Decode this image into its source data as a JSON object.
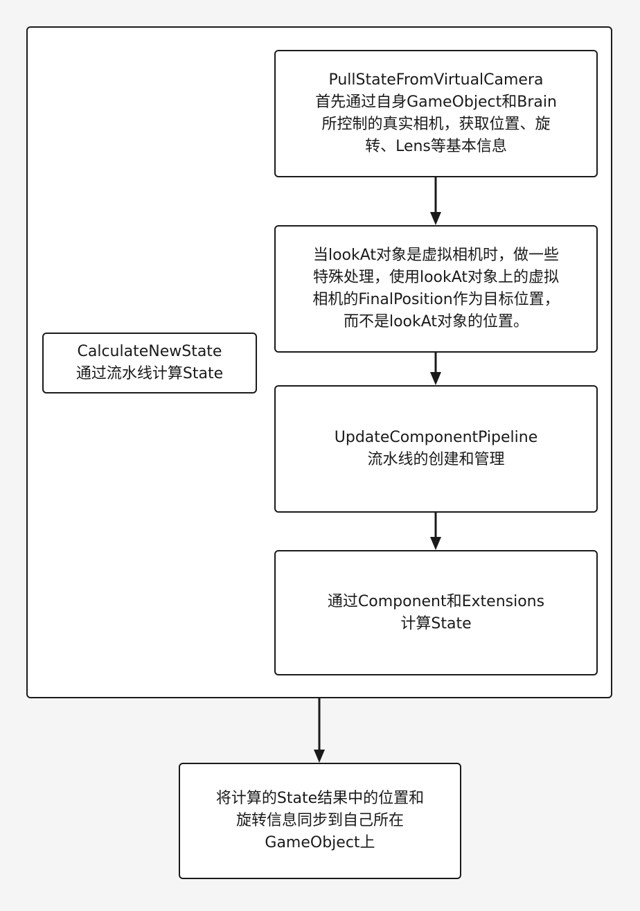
{
  "diagram": {
    "outer_group": {
      "label_lines": [
        "CalculateNewState",
        "通过流水线计算State"
      ]
    },
    "steps": [
      {
        "id": "pull-state",
        "lines": [
          "PullStateFromVirtualCamera",
          "首先通过自身GameObject和Brain",
          "所控制的真实相机，获取位置、旋",
          "转、Lens等基本信息"
        ]
      },
      {
        "id": "lookat-handling",
        "lines": [
          "当lookAt对象是虚拟相机时，做一些",
          "特殊处理，使用lookAt对象上的虚拟",
          "相机的FinalPosition作为目标位置，",
          "而不是lookAt对象的位置。"
        ]
      },
      {
        "id": "update-pipeline",
        "lines": [
          "UpdateComponentPipeline",
          "流水线的创建和管理"
        ]
      },
      {
        "id": "compute-state",
        "lines": [
          "通过Component和Extensions",
          "计算State"
        ]
      },
      {
        "id": "sync-transform",
        "lines": [
          "将计算的State结果中的位置和",
          "旋转信息同步到自己所在",
          "GameObject上"
        ]
      }
    ],
    "colors": {
      "stroke": "#1a1a1a",
      "fill": "#ffffff",
      "background": "#f5f5f5"
    }
  }
}
